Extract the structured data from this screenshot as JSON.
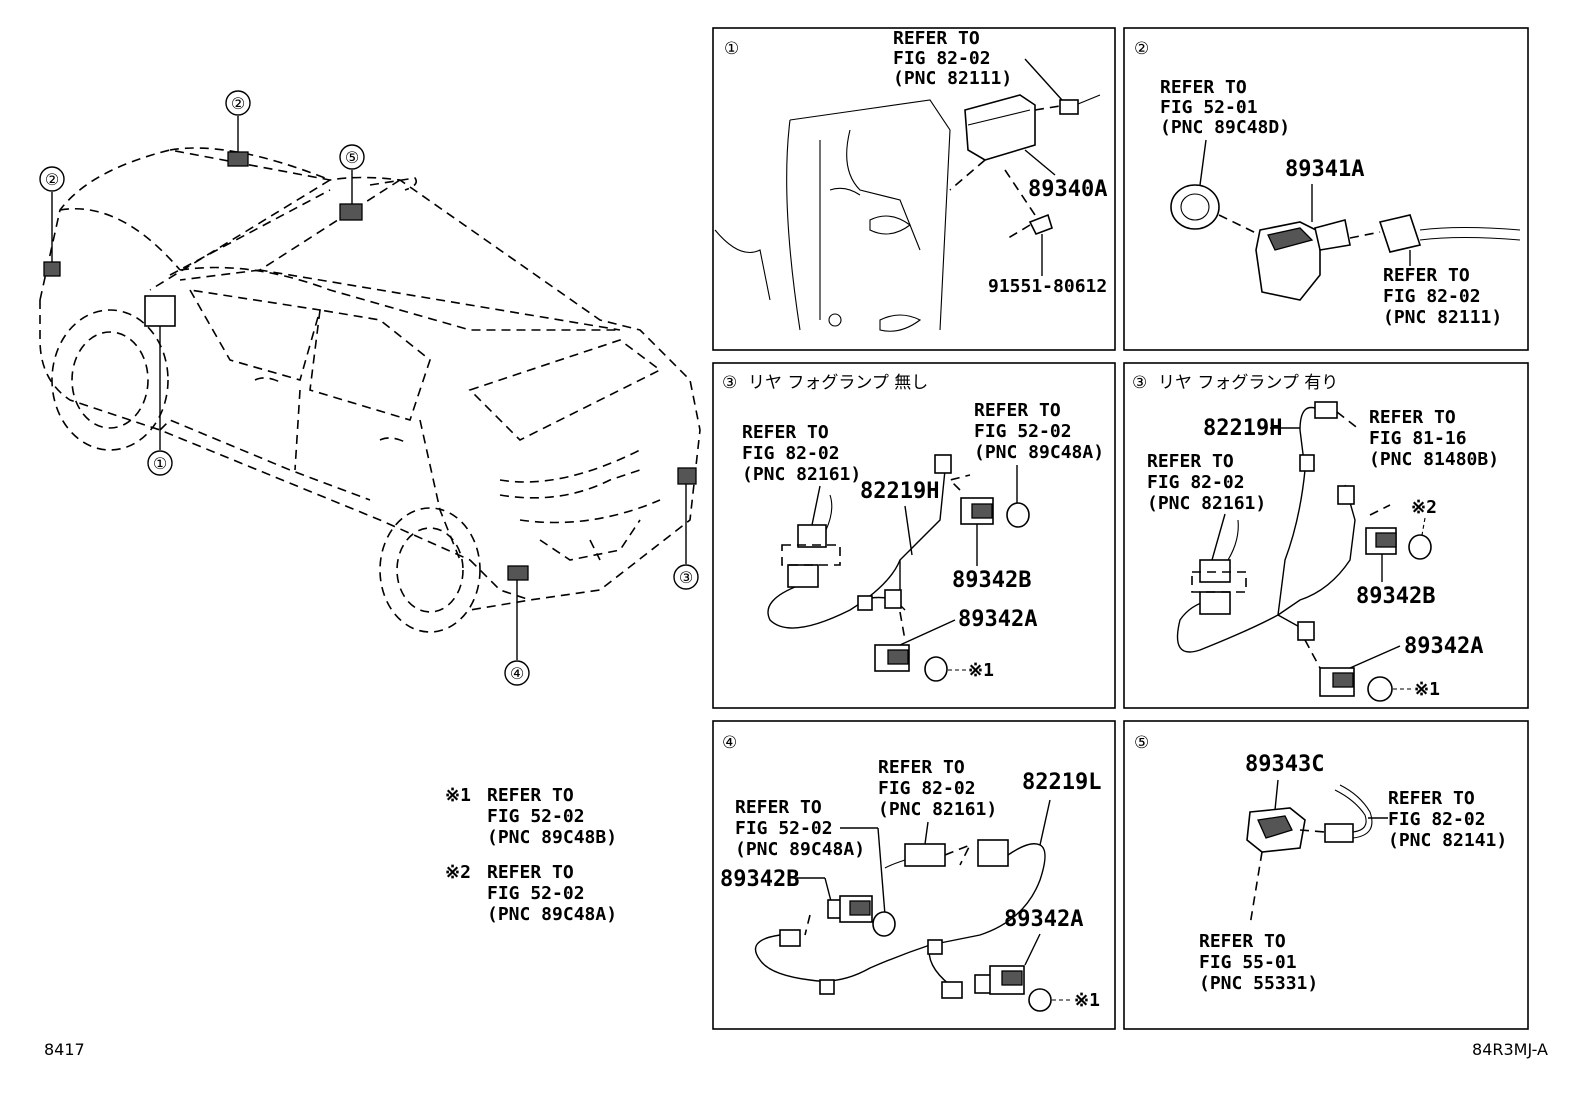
{
  "callouts": [
    "①",
    "②",
    "③",
    "④",
    "⑤"
  ],
  "panel1": {
    "id": "①",
    "ref": [
      "REFER TO",
      "FIG 82-02",
      "(PNC 82111)"
    ],
    "parts": [
      "89340A",
      "91551-80612"
    ]
  },
  "panel2": {
    "id": "②",
    "ref_a": [
      "REFER TO",
      "FIG 52-01",
      "(PNC 89C48D)"
    ],
    "ref_b": [
      "REFER TO",
      "FIG 82-02",
      "(PNC 82111)"
    ],
    "parts": [
      "89341A"
    ]
  },
  "panel3a": {
    "id": "③",
    "title": "リヤ フォグランプ 無し",
    "ref_a": [
      "REFER TO",
      "FIG 82-02",
      "(PNC 82161)"
    ],
    "ref_b": [
      "REFER TO",
      "FIG 52-02",
      "(PNC 89C48A)"
    ],
    "parts": [
      "82219H",
      "89342B",
      "89342A"
    ],
    "note": "※1"
  },
  "panel3b": {
    "id": "③",
    "title": "リヤ フォグランプ 有り",
    "ref_a": [
      "REFER TO",
      "FIG 82-02",
      "(PNC 82161)"
    ],
    "ref_b": [
      "REFER TO",
      "FIG 81-16",
      "(PNC 81480B)"
    ],
    "parts": [
      "82219H",
      "89342B",
      "89342A"
    ],
    "note1": "※1",
    "note2": "※2"
  },
  "panel4": {
    "id": "④",
    "ref_a": [
      "REFER TO",
      "FIG 52-02",
      "(PNC 89C48A)"
    ],
    "ref_b": [
      "REFER TO",
      "FIG 82-02",
      "(PNC 82161)"
    ],
    "parts": [
      "82219L",
      "89342B",
      "89342A"
    ],
    "note": "※1"
  },
  "panel5": {
    "id": "⑤",
    "ref_a": [
      "REFER TO",
      "FIG 82-02",
      "(PNC 82141)"
    ],
    "ref_b": [
      "REFER TO",
      "FIG 55-01",
      "(PNC 55331)"
    ],
    "parts": [
      "89343C"
    ]
  },
  "notes": [
    {
      "mark": "※1",
      "lines": [
        "REFER TO",
        "FIG 52-02",
        "(PNC 89C48B)"
      ]
    },
    {
      "mark": "※2",
      "lines": [
        "REFER TO",
        "FIG 52-02",
        "(PNC 89C48A)"
      ]
    }
  ],
  "footer": {
    "left": "8417",
    "right": "84R3MJ-A"
  }
}
